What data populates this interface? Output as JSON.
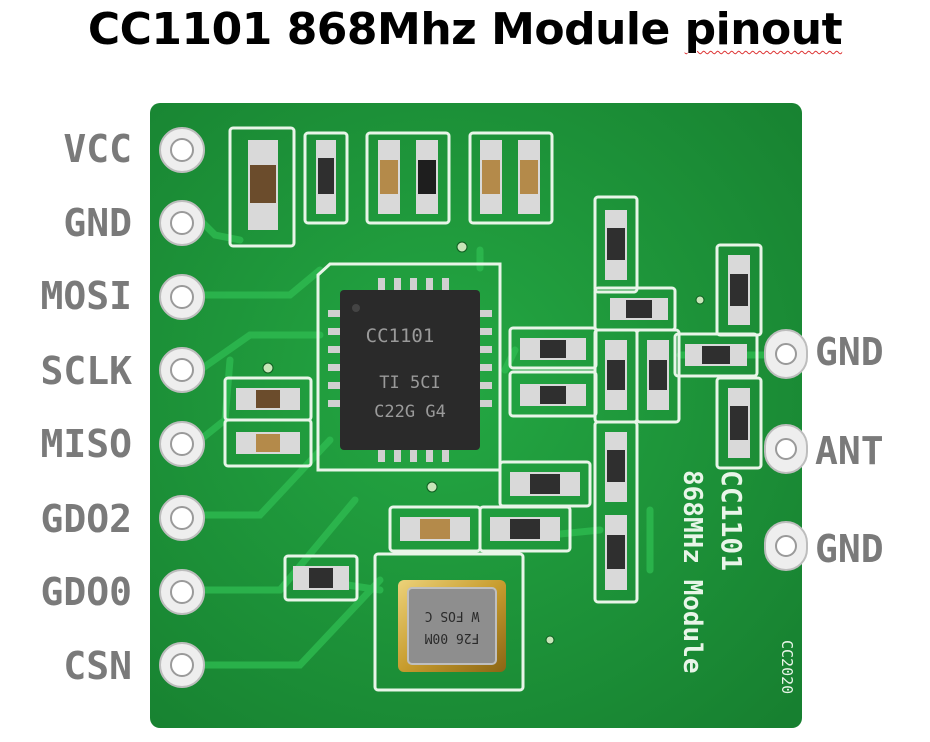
{
  "title": {
    "main": "CC1101 868Mhz Module ",
    "underlined": "pinout"
  },
  "left_pins": [
    "VCC",
    "GND",
    "MOSI",
    "SCLK",
    "MISO",
    "GDO2",
    "GDO0",
    "CSN"
  ],
  "right_pins": [
    "GND",
    "ANT",
    "GND"
  ],
  "board": {
    "chip_lines": [
      "CC1101",
      "TI  5CI",
      "C22G  G4"
    ],
    "silkscreen_name": "CC1101",
    "silkscreen_sub": "868MHz Module",
    "copyright": "CC2020",
    "crystal_lines": [
      "F26 00M",
      "W FOS C"
    ]
  },
  "colors": {
    "pcb": "#1f9a3a",
    "silk": "#e8f5e8",
    "pad": "#e8e8e8",
    "chip": "#2a2a2a",
    "label": "#7a7a7a"
  }
}
